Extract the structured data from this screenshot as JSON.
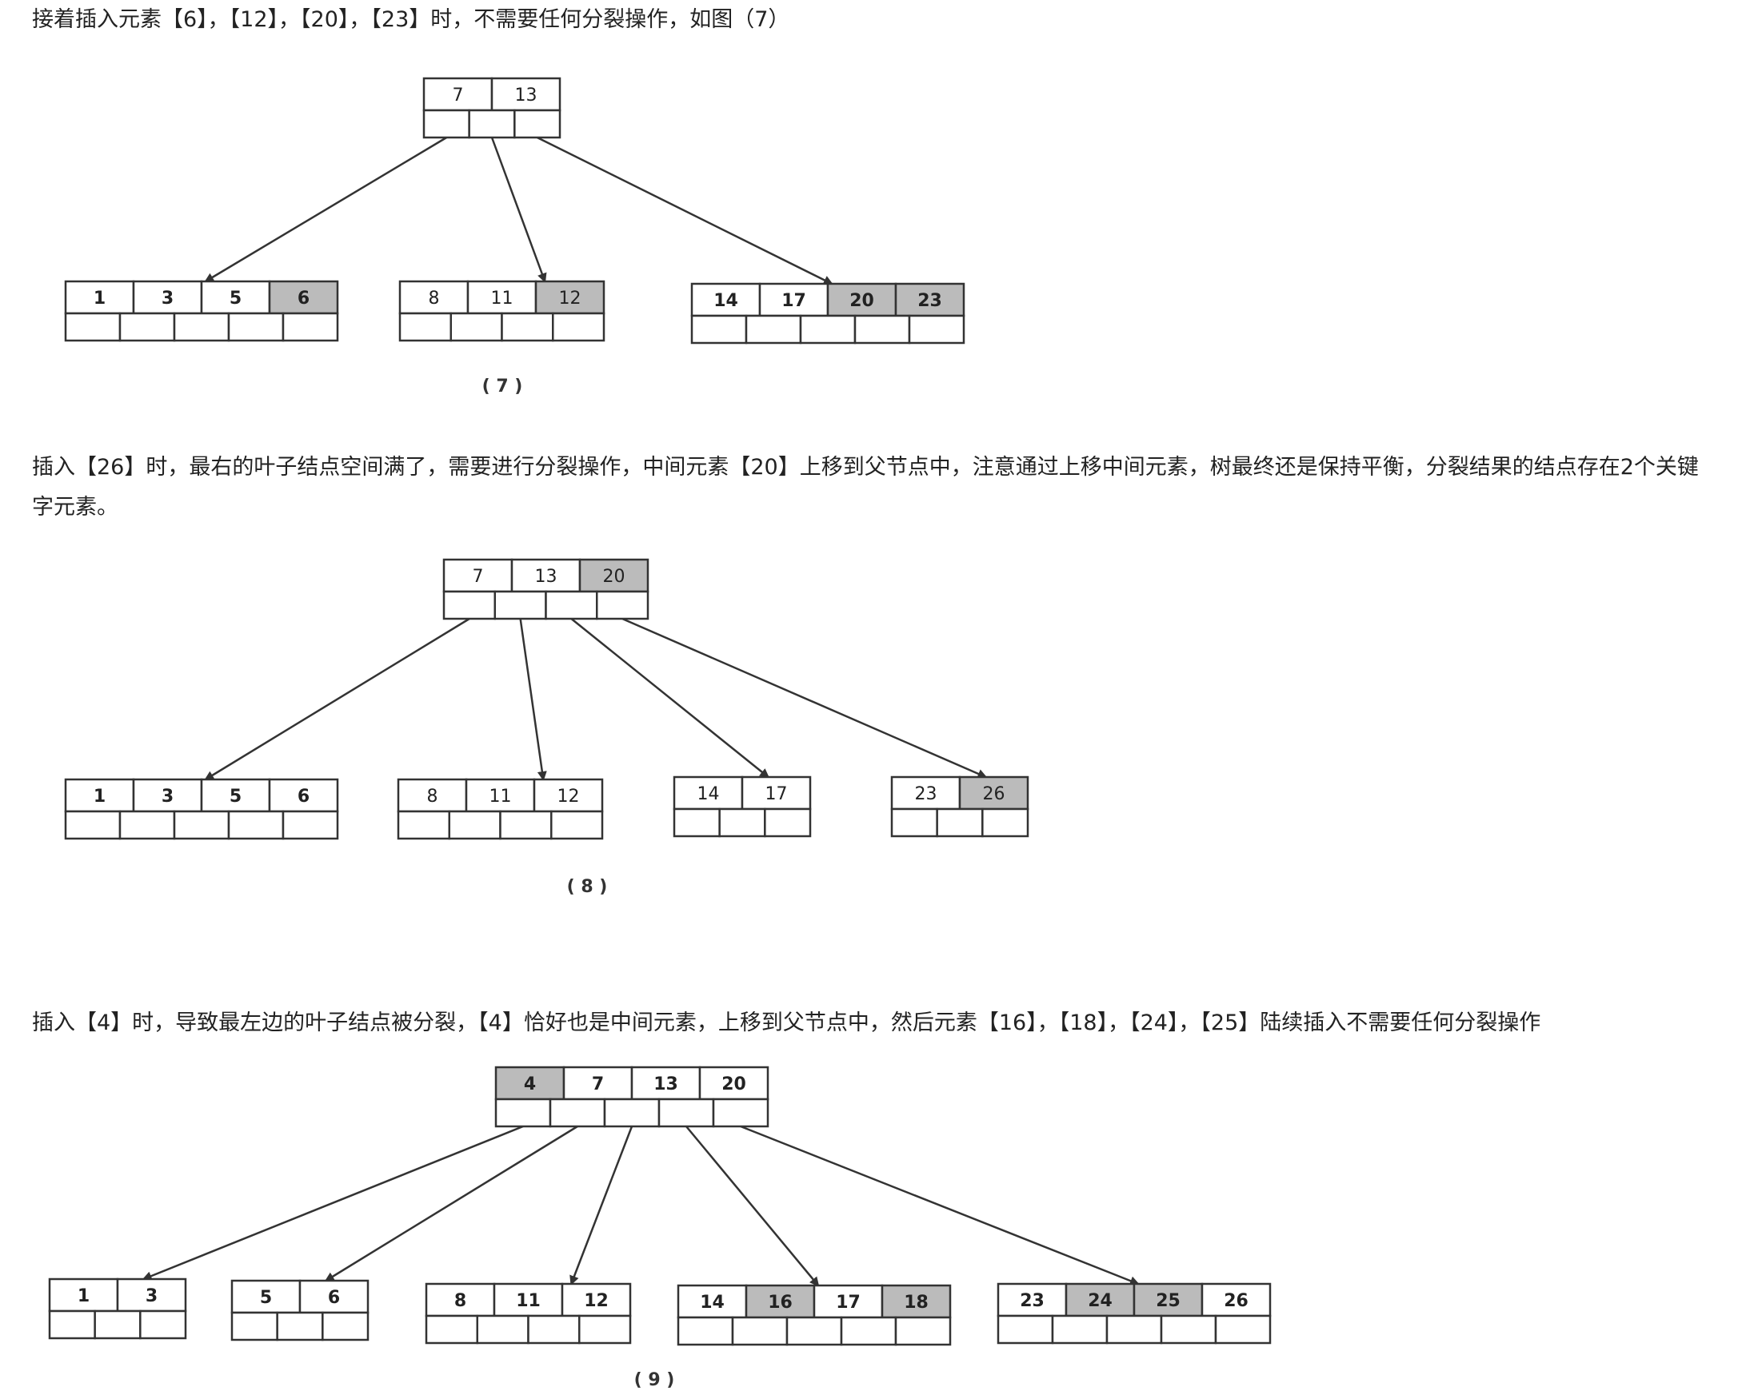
{
  "paragraphs": [
    "接着插入元素【6】，【12】，【20】，【23】时，不需要任何分裂操作，如图（7）",
    "插入【26】时，最右的叶子结点空间满了，需要进行分裂操作，中间元素【20】上移到父节点中，注意通过上移中间元素，树最终还是保持平衡，分裂结果的结点存在2个关键字元素。",
    "插入【4】时，导致最左边的叶子结点被分裂，【4】恰好也是中间元素，上移到父节点中，然后元素【16】，【18】，【24】，【25】陆续插入不需要任何分裂操作"
  ],
  "colors": {
    "highlight": "#bbbbbb",
    "normal": "#ffffff",
    "stroke": "#333333"
  },
  "figures": [
    {
      "caption": "( 7 )",
      "nodes": [
        {
          "id": "f7-root",
          "keys": [
            {
              "k": "7"
            },
            {
              "k": "13"
            }
          ],
          "bold": false
        },
        {
          "id": "f7-leaf1",
          "keys": [
            {
              "k": "1"
            },
            {
              "k": "3"
            },
            {
              "k": "5"
            },
            {
              "k": "6",
              "hl": true
            }
          ],
          "bold": true
        },
        {
          "id": "f7-leaf2",
          "keys": [
            {
              "k": "8"
            },
            {
              "k": "11"
            },
            {
              "k": "12",
              "hl": true
            }
          ],
          "bold": false
        },
        {
          "id": "f7-leaf3",
          "keys": [
            {
              "k": "14"
            },
            {
              "k": "17"
            },
            {
              "k": "20",
              "hl": true
            },
            {
              "k": "23",
              "hl": true
            }
          ],
          "bold": true
        }
      ],
      "edges": [
        [
          "f7-root",
          0,
          "f7-leaf1"
        ],
        [
          "f7-root",
          1,
          "f7-leaf2"
        ],
        [
          "f7-root",
          2,
          "f7-leaf3"
        ]
      ]
    },
    {
      "caption": "( 8 )",
      "nodes": [
        {
          "id": "f8-root",
          "keys": [
            {
              "k": "7"
            },
            {
              "k": "13"
            },
            {
              "k": "20",
              "hl": true
            }
          ],
          "bold": false
        },
        {
          "id": "f8-leaf1",
          "keys": [
            {
              "k": "1"
            },
            {
              "k": "3"
            },
            {
              "k": "5"
            },
            {
              "k": "6"
            }
          ],
          "bold": true
        },
        {
          "id": "f8-leaf2",
          "keys": [
            {
              "k": "8"
            },
            {
              "k": "11"
            },
            {
              "k": "12"
            }
          ],
          "bold": false
        },
        {
          "id": "f8-leaf3",
          "keys": [
            {
              "k": "14"
            },
            {
              "k": "17"
            }
          ],
          "bold": false
        },
        {
          "id": "f8-leaf4",
          "keys": [
            {
              "k": "23"
            },
            {
              "k": "26",
              "hl": true
            }
          ],
          "bold": false
        }
      ],
      "edges": [
        [
          "f8-root",
          0,
          "f8-leaf1"
        ],
        [
          "f8-root",
          1,
          "f8-leaf2"
        ],
        [
          "f8-root",
          2,
          "f8-leaf3"
        ],
        [
          "f8-root",
          3,
          "f8-leaf4"
        ]
      ]
    },
    {
      "caption": "( 9 )",
      "nodes": [
        {
          "id": "f9-root",
          "keys": [
            {
              "k": "4",
              "hl": true
            },
            {
              "k": "7"
            },
            {
              "k": "13"
            },
            {
              "k": "20"
            }
          ],
          "bold": true
        },
        {
          "id": "f9-leaf1",
          "keys": [
            {
              "k": "1"
            },
            {
              "k": "3"
            }
          ],
          "bold": true
        },
        {
          "id": "f9-leaf2",
          "keys": [
            {
              "k": "5"
            },
            {
              "k": "6"
            }
          ],
          "bold": true
        },
        {
          "id": "f9-leaf3",
          "keys": [
            {
              "k": "8"
            },
            {
              "k": "11"
            },
            {
              "k": "12"
            }
          ],
          "bold": true
        },
        {
          "id": "f9-leaf4",
          "keys": [
            {
              "k": "14"
            },
            {
              "k": "16",
              "hl": true
            },
            {
              "k": "17"
            },
            {
              "k": "18",
              "hl": true
            }
          ],
          "bold": true
        },
        {
          "id": "f9-leaf5",
          "keys": [
            {
              "k": "23"
            },
            {
              "k": "24",
              "hl": true
            },
            {
              "k": "25",
              "hl": true
            },
            {
              "k": "26"
            }
          ],
          "bold": true
        }
      ],
      "edges": [
        [
          "f9-root",
          0,
          "f9-leaf1"
        ],
        [
          "f9-root",
          1,
          "f9-leaf2"
        ],
        [
          "f9-root",
          2,
          "f9-leaf3"
        ],
        [
          "f9-root",
          3,
          "f9-leaf4"
        ],
        [
          "f9-root",
          4,
          "f9-leaf5"
        ]
      ]
    }
  ]
}
